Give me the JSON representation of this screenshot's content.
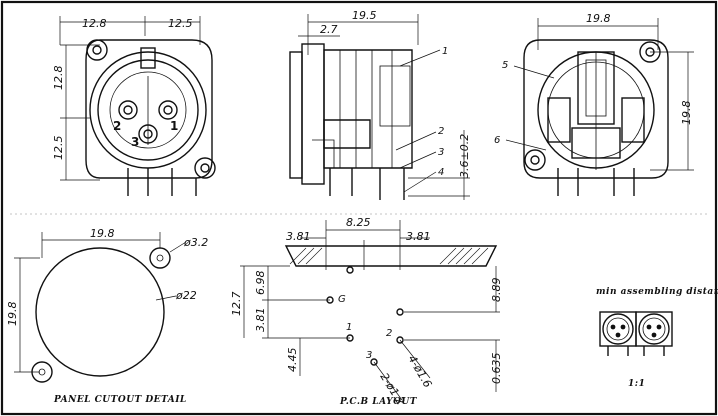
{
  "front_view": {
    "dim_w_left": "12.8",
    "dim_w_right": "12.5",
    "dim_h_top": "12.8",
    "dim_h_bottom": "12.5",
    "pin_1": "1",
    "pin_2": "2",
    "pin_3": "3"
  },
  "side_view": {
    "dim_length": "19.5",
    "dim_flange": "2.7",
    "dim_pin_height": "3.6±0.2",
    "callout_1": "1",
    "callout_2": "2",
    "callout_3": "3",
    "callout_4": "4"
  },
  "rear_view": {
    "dim_width": "19.8",
    "dim_height": "19.8",
    "callout_5": "5",
    "callout_6": "6"
  },
  "panel_cutout": {
    "dim_width": "19.8",
    "dim_height": "19.8",
    "hole_small": "ø3.2",
    "hole_large": "ø22",
    "title": "PANEL CUTOUT DETAIL"
  },
  "pcb_layout": {
    "dim_top": "8.25",
    "dim_left": "3.81",
    "dim_right": "3.81",
    "dim_6_98": "6.98",
    "dim_12_7": "12.7",
    "dim_3_81_v": "3.81",
    "dim_4_45": "4.45",
    "dim_8_89": "8.89",
    "dim_0_635": "0.635",
    "pad_g": "G",
    "pad_1": "1",
    "pad_2": "2",
    "pad_3": "3",
    "hole_4": "4-ø1.6",
    "hole_2": "2-ø1.2",
    "title": "P.C.B LAYOUT"
  },
  "assembly": {
    "title": "min assembling distance",
    "scale": "1:1"
  }
}
